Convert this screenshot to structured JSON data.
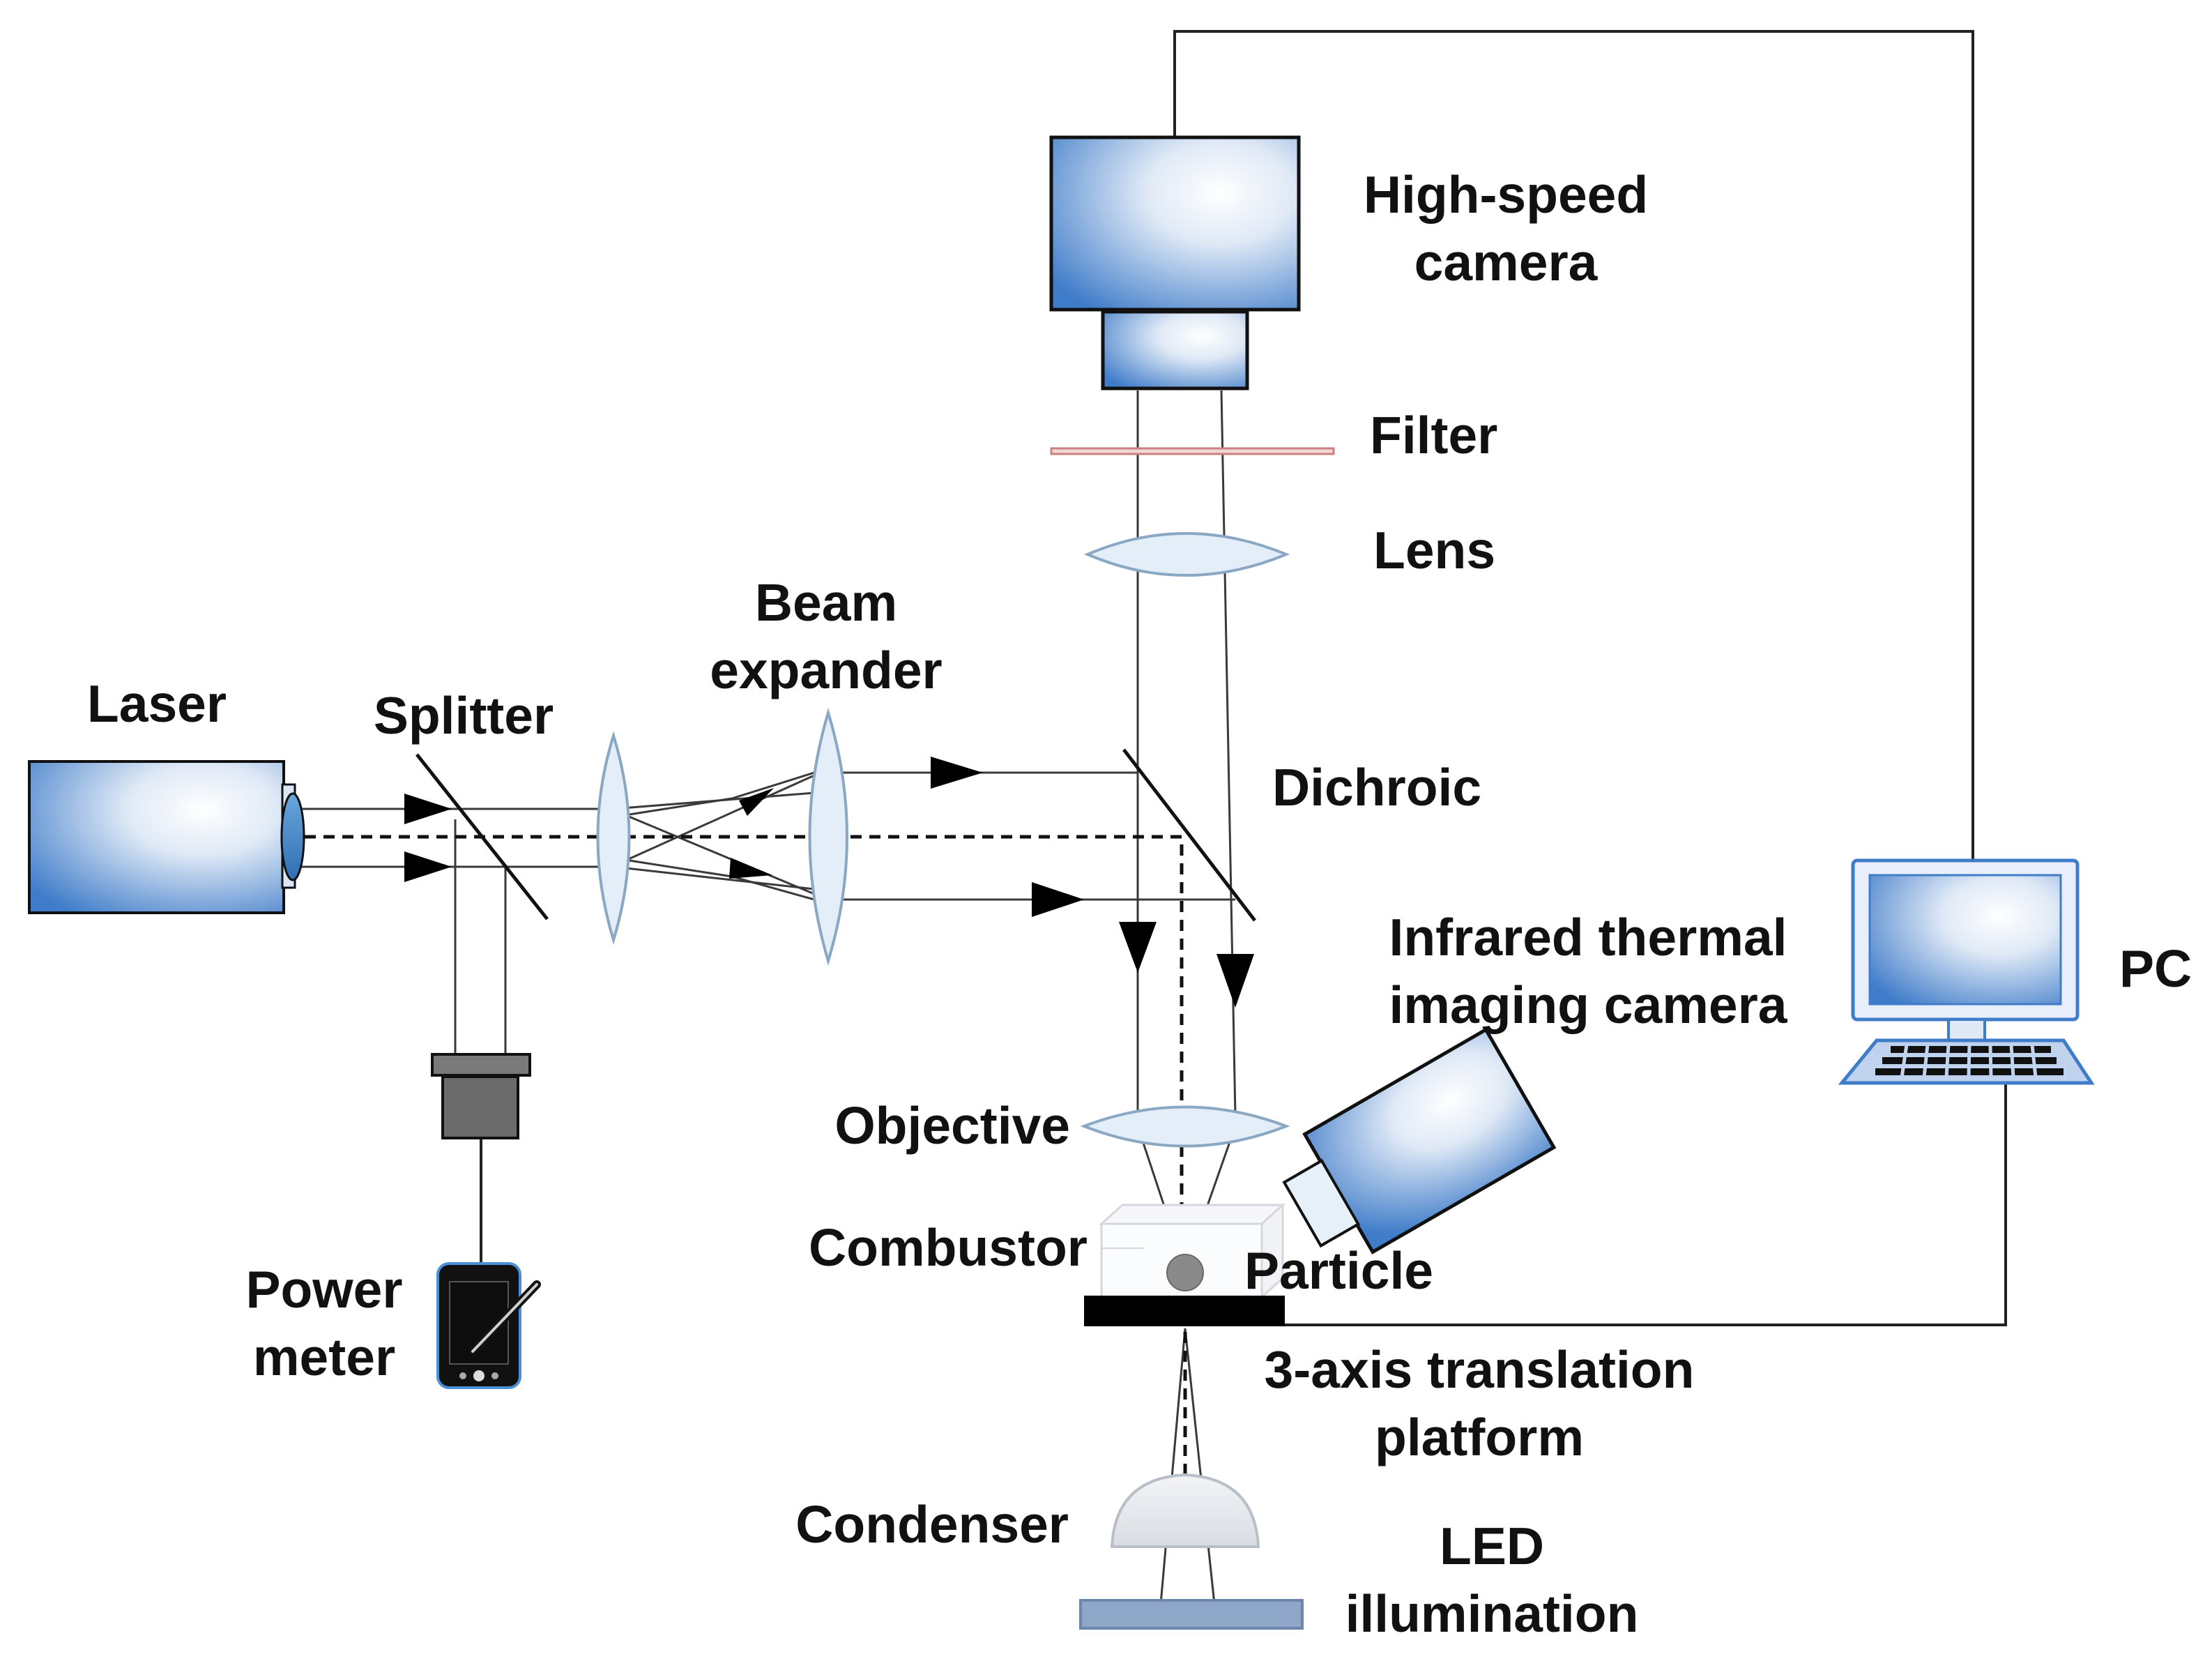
{
  "labels": {
    "high_speed_camera": [
      "High-speed",
      "camera"
    ],
    "filter": "Filter",
    "lens": "Lens",
    "beam_expander": [
      "Beam",
      "expander"
    ],
    "laser": "Laser",
    "splitter": "Splitter",
    "dichroic": "Dichroic",
    "infrared_camera": [
      "Infrared thermal",
      "imaging camera"
    ],
    "pc": "PC",
    "objective": "Objective",
    "combustor": "Combustor",
    "particle": "Particle",
    "power_meter": [
      "Power",
      "meter"
    ],
    "translation_platform": [
      "3-axis translation",
      "platform"
    ],
    "condenser": "Condenser",
    "led_illumination": [
      "LED",
      "illumination"
    ]
  },
  "icons": {
    "camera": "camera-icon",
    "laser": "laser-icon",
    "pc": "computer-icon",
    "power_meter": "power-meter-icon"
  },
  "colors": {
    "device_blue": "#3f7cc9",
    "device_light": "#ffffff",
    "lens_fill": "#e3eef8",
    "filter": "#c98080",
    "power_meter_gray": "#6b6b6b",
    "led": "#8ea7c8",
    "stage": "#000000"
  }
}
